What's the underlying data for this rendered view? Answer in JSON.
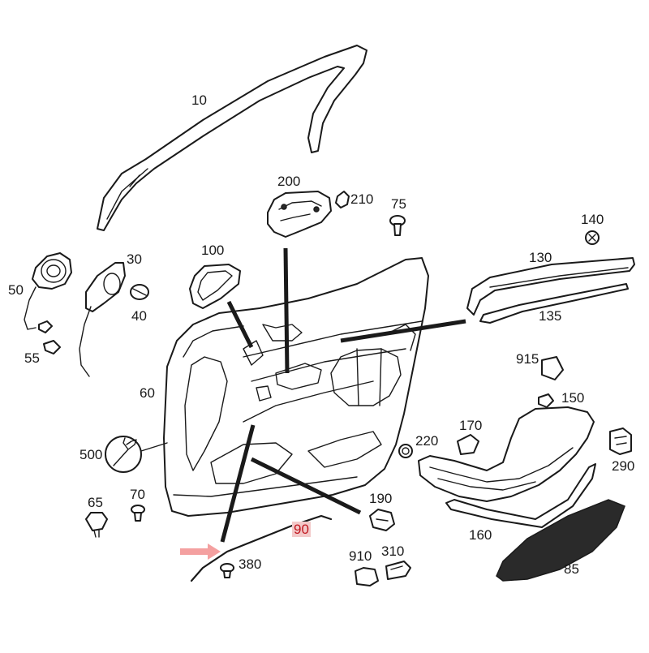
{
  "diagram": {
    "labels": [
      {
        "id": "p10",
        "text": "10"
      },
      {
        "id": "p200",
        "text": "200"
      },
      {
        "id": "p210",
        "text": "210"
      },
      {
        "id": "p75",
        "text": "75"
      },
      {
        "id": "p140",
        "text": "140"
      },
      {
        "id": "p130",
        "text": "130"
      },
      {
        "id": "p135",
        "text": "135"
      },
      {
        "id": "p100",
        "text": "100"
      },
      {
        "id": "p30",
        "text": "30"
      },
      {
        "id": "p50",
        "text": "50"
      },
      {
        "id": "p40",
        "text": "40"
      },
      {
        "id": "p55",
        "text": "55"
      },
      {
        "id": "p915",
        "text": "915"
      },
      {
        "id": "p150",
        "text": "150"
      },
      {
        "id": "p60",
        "text": "60"
      },
      {
        "id": "p170",
        "text": "170"
      },
      {
        "id": "p220",
        "text": "220"
      },
      {
        "id": "p290",
        "text": "290"
      },
      {
        "id": "p500",
        "text": "500"
      },
      {
        "id": "p65",
        "text": "65"
      },
      {
        "id": "p70",
        "text": "70"
      },
      {
        "id": "p190",
        "text": "190"
      },
      {
        "id": "p160",
        "text": "160"
      },
      {
        "id": "p90",
        "text": "90"
      },
      {
        "id": "p910",
        "text": "910"
      },
      {
        "id": "p310",
        "text": "310"
      },
      {
        "id": "p85",
        "text": "85"
      },
      {
        "id": "p380",
        "text": "380"
      }
    ],
    "highlight_color": "#c0171f",
    "highlight_bg": "#f3c9c9",
    "arrow_color": "#f4a0a0"
  }
}
